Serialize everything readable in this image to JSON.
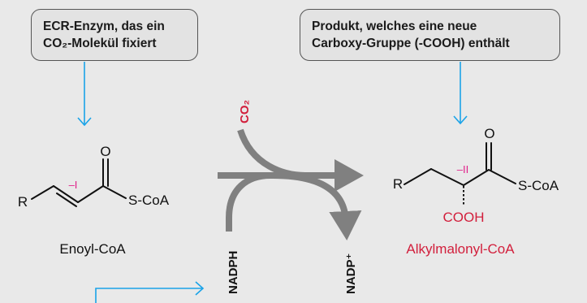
{
  "colors": {
    "background": "#e9e9e9",
    "box_fill": "#e3e3e3",
    "box_border": "#555555",
    "arrow_blue": "#1aa3e8",
    "arrow_grey": "#808080",
    "label_red": "#d21f3c",
    "oxidation_magenta": "#e0208a",
    "text": "#1a1a1a"
  },
  "boxes": {
    "enzyme": {
      "line1": "ECR-Enzym, das ein",
      "line2": "CO₂-Molekül fixiert"
    },
    "product": {
      "line1": "Produkt, welches eine neue",
      "line2": "Carboxy-Gruppe (-COOH) enthält"
    }
  },
  "substrate": {
    "r_group": "R",
    "oxygen": "O",
    "thioester": "S-CoA",
    "oxidation_state": "–I",
    "name": "Enoyl-CoA"
  },
  "product_molecule": {
    "r_group": "R",
    "oxygen": "O",
    "thioester": "S-CoA",
    "oxidation_state": "–II",
    "carboxyl": "COOH",
    "name": "Alkylmalonyl-CoA"
  },
  "reaction": {
    "co2": "CO₂",
    "nadph": "NADPH",
    "nadp_plus": "NADP⁺"
  }
}
